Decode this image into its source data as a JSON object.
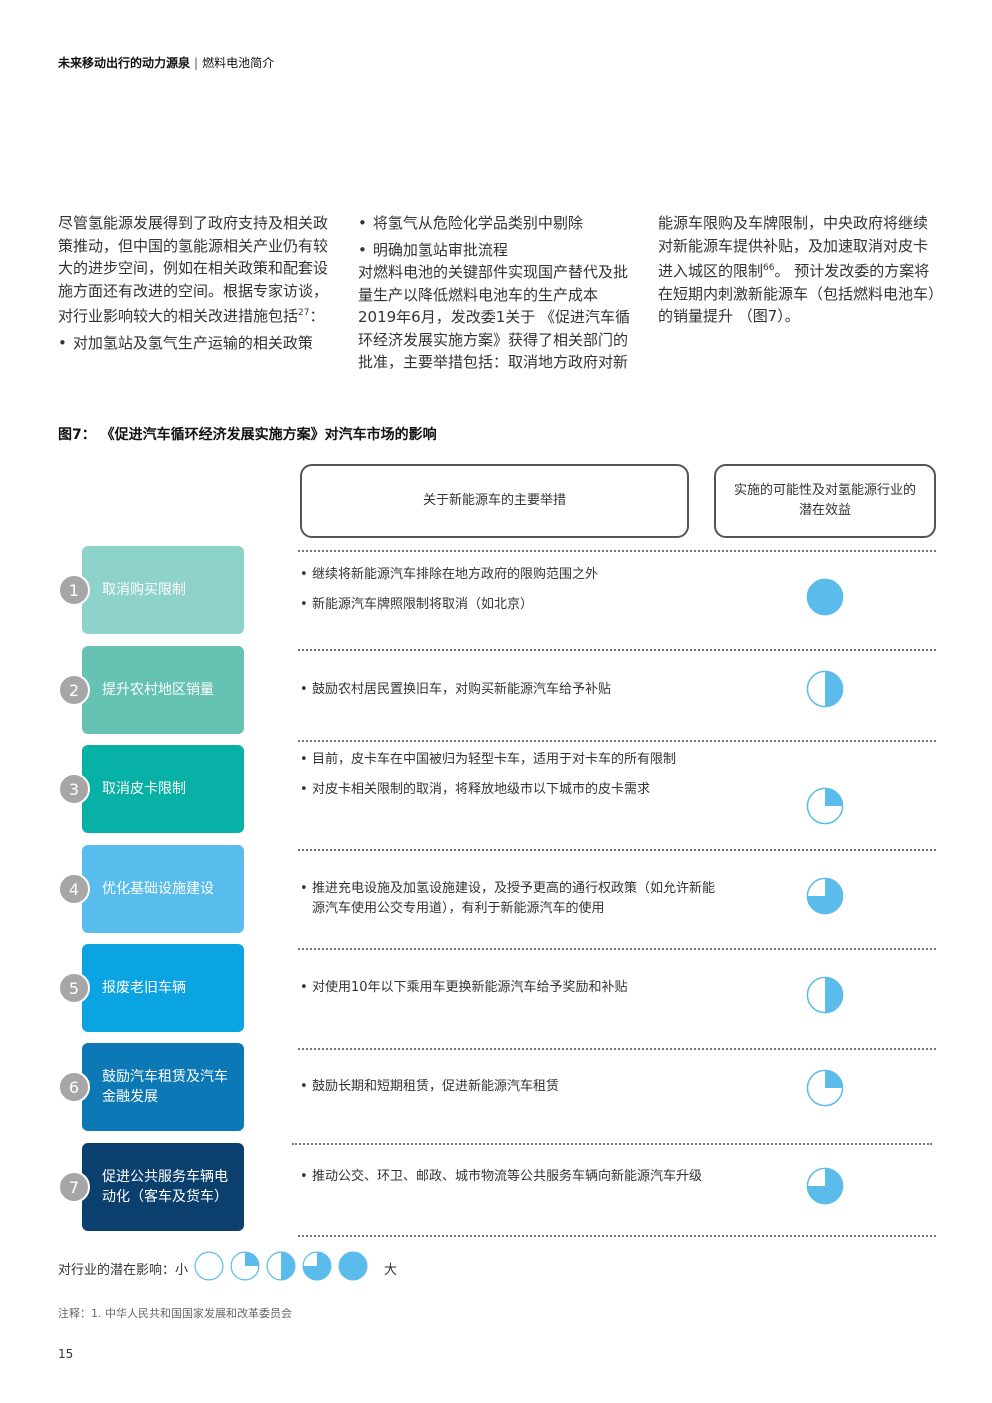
{
  "header": {
    "title": "未来移动出行的动力源泉",
    "separator": "|",
    "subtitle": "燃料电池简介"
  },
  "body_text": {
    "col1_para": "尽管氢能源发展得到了政府支持及相关政策推动，但中国的氢能源相关产业仍有较大的进步空间，例如在相关政策和配套设施方面还有改进的空间。根据专家访谈，对行业影响较大的相关改进措施包括",
    "col1_sup": "27",
    "col1_para_end": "：",
    "col1_bullet": "对加氢站及氢气生产运输的相关政策",
    "col2_bullet1": "将氢气从危险化学品类别中剔除",
    "col2_bullet2": "明确加氢站审批流程",
    "col2_para": "对燃料电池的关键部件实现国产替代及批量生产以降低燃料电池车的生产成本2019年6月，发改委1关于 《促进汽车循环经济发展实施方案》获得了相关部门的批准，主要举措包括：取消地方政府对新",
    "col3_para": "能源车限购及车牌限制，中央政府将继续对新能源车提供补贴，及加速取消对皮卡进入城区的限制",
    "col3_sup": "66",
    "col3_para_end": "。 预计发改委的方案将在短期内刺激新能源车（包括燃料电池车）的销量提升 （图7）。"
  },
  "figure": {
    "title": "图7： 《促进汽车循环经济发展实施方案》对汽车市场的影响",
    "header_measures": "关于新能源车的主要举措",
    "header_potential": "实施的可能性及对氢能源行业的潜在效益",
    "rows": [
      {
        "num": "1",
        "label": "取消购买限制",
        "color": "#8dd3cb",
        "bullets": [
          "继续将新能源汽车排除在地方政府的限购范围之外",
          "新能源汽车牌照限制将取消（如北京）"
        ],
        "impact_fraction": 1.0
      },
      {
        "num": "2",
        "label": "提升农村地区销量",
        "color": "#66c3b3",
        "bullets": [
          "鼓励农村居民置换旧车，对购买新能源汽车给予补贴"
        ],
        "impact_fraction": 0.5
      },
      {
        "num": "3",
        "label": "取消皮卡限制",
        "color": "#07b1a6",
        "bullets": [
          "目前，皮卡车在中国被归为轻型卡车，适用于对卡车的所有限制",
          "对皮卡相关限制的取消，将释放地级市以下城市的皮卡需求"
        ],
        "impact_fraction": 0.25
      },
      {
        "num": "4",
        "label": "优化基础设施建设",
        "color": "#58bdec",
        "bullets": [
          "推进充电设施及加氢设施建设，及授予更高的通行权政策（如允许新能源汽车使用公交专用道），有利于新能源汽车的使用"
        ],
        "impact_fraction": 0.75
      },
      {
        "num": "5",
        "label": "报废老旧车辆",
        "color": "#0aa4e2",
        "bullets": [
          "对使用10年以下乘用车更换新能源汽车给予奖励和补贴"
        ],
        "impact_fraction": 0.5
      },
      {
        "num": "6",
        "label": "鼓励汽车租赁及汽车金融发展",
        "color": "#0c79b6",
        "bullets": [
          "鼓励长期和短期租赁，促进新能源汽车租赁"
        ],
        "impact_fraction": 0.25
      },
      {
        "num": "7",
        "label": "促进公共服务车辆电动化（客车及货车）",
        "color": "#0b3f6e",
        "bullets": [
          "推动公交、环卫、邮政、城市物流等公共服务车辆向新能源汽车升级"
        ],
        "impact_fraction": 0.75
      }
    ],
    "legend": {
      "prefix": "对行业的潜在影响：小",
      "suffix": "大",
      "levels": [
        0,
        0.25,
        0.5,
        0.75,
        1.0
      ]
    },
    "harvey_color": "#5bbcec"
  },
  "note": "注释：1. 中华人民共和国国家发展和改革委员会",
  "page_number": "15"
}
